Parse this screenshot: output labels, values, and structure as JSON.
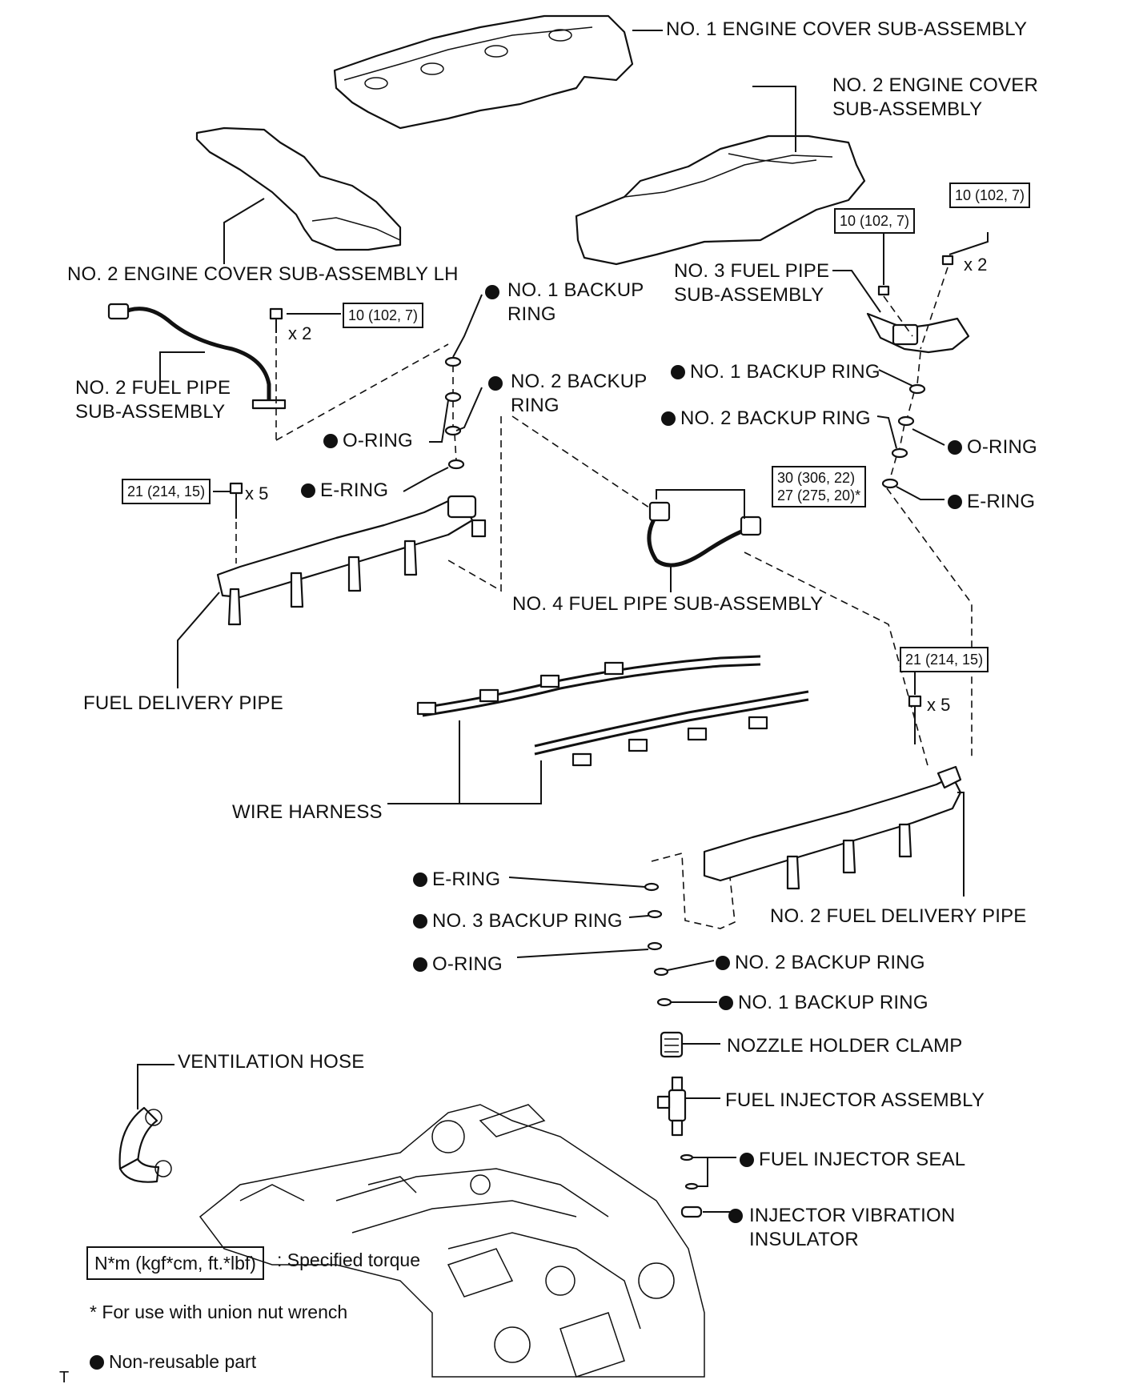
{
  "labels": {
    "engine_cover_1": "NO. 1 ENGINE COVER SUB-ASSEMBLY",
    "engine_cover_2": "NO. 2 ENGINE COVER\nSUB-ASSEMBLY",
    "engine_cover_2_lh": "NO. 2 ENGINE COVER SUB-ASSEMBLY LH",
    "fuel_pipe_3": "NO. 3 FUEL PIPE\nSUB-ASSEMBLY",
    "fuel_pipe_2": "NO. 2 FUEL PIPE\nSUB-ASSEMBLY",
    "fuel_pipe_4": "NO. 4 FUEL PIPE SUB-ASSEMBLY",
    "fuel_delivery_pipe": "FUEL DELIVERY PIPE",
    "fuel_delivery_pipe_2": "NO. 2 FUEL DELIVERY PIPE",
    "wire_harness": "WIRE HARNESS",
    "ventilation_hose": "VENTILATION HOSE",
    "nozzle_holder_clamp": "NOZZLE HOLDER CLAMP",
    "fuel_injector_assembly": "FUEL INJECTOR ASSEMBLY",
    "fuel_injector_seal": "FUEL INJECTOR SEAL",
    "injector_vibration_insulator": "INJECTOR VIBRATION\nINSULATOR",
    "left_backup_ring_1": "NO. 1 BACKUP\nRING",
    "left_backup_ring_2": "NO. 2 BACKUP\nRING",
    "left_o_ring": "O-RING",
    "left_e_ring": "E-RING",
    "right_backup_ring_1": "NO. 1 BACKUP RING",
    "right_backup_ring_2": "NO. 2 BACKUP RING",
    "right_o_ring": "O-RING",
    "right_e_ring": "E-RING",
    "lower_e_ring": "E-RING",
    "lower_backup_ring_3": "NO. 3 BACKUP RING",
    "lower_o_ring": "O-RING",
    "lower_backup_ring_2": "NO. 2 BACKUP RING",
    "lower_backup_ring_1": "NO. 1 BACKUP RING"
  },
  "torques": {
    "left_fuel_pipe": "10 (102, 7)",
    "fuel_pipe_3_a": "10 (102, 7)",
    "fuel_pipe_3_b": "10 (102, 7)",
    "delivery_pipe_left": "21 (214, 15)",
    "delivery_pipe_right": "21 (214, 15)",
    "fuel_pipe_4_line1": "30 (306, 22)",
    "fuel_pipe_4_line2": "27 (275, 20)*"
  },
  "quantities": {
    "left_fuel_pipe_bolts": "x 2",
    "fuel_pipe_3_bolts": "x 2",
    "delivery_pipe_left_bolts": "x 5",
    "delivery_pipe_right_bolts": "x 5"
  },
  "legend": {
    "torque_box": "N*m (kgf*cm, ft.*lbf)",
    "torque_text": ": Specified torque",
    "union_nut_note": "* For use with union nut wrench",
    "non_reusable": "Non-reusable part"
  },
  "corner_mark": "T"
}
